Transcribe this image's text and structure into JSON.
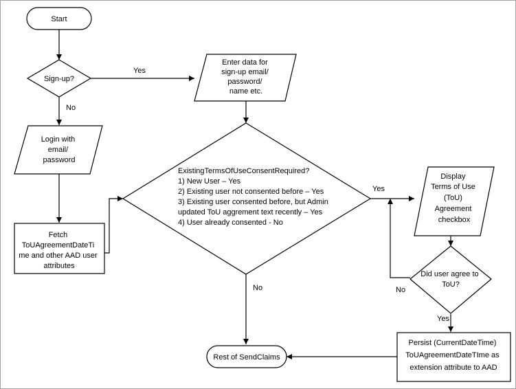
{
  "nodes": {
    "start": "Start",
    "signup_decision": "Sign-up?",
    "enter_data": [
      "Enter data for",
      "sign-up email/",
      "password/",
      "name etc."
    ],
    "login": [
      "Login with",
      "email/",
      "password"
    ],
    "fetch": [
      "Fetch",
      "ToUAgreementDateTi",
      "me and other AAD user",
      "attributes"
    ],
    "consent_decision": [
      "ExistingTermsOfUseConsentRequired?",
      "1) New User – Yes",
      "2) Existing user not consented before – Yes",
      "3) Existing user consented before, but Admin",
      "updated ToU aggrement text recently – Yes",
      "4) User already consented - No"
    ],
    "display_tou": [
      "Display",
      "Terms of Use",
      "(ToU)",
      "Agreement",
      "checkbox"
    ],
    "agree_decision": [
      "Did user agree to",
      "ToU?"
    ],
    "persist": [
      "Persist (CurrentDateTime)",
      "ToUAgreementDateTIme as",
      "extension attribute to AAD"
    ],
    "rest": "Rest of SendClaims"
  },
  "edge_labels": {
    "signup_yes": "Yes",
    "signup_no": "No",
    "consent_yes": "Yes",
    "consent_no": "No",
    "agree_no": "No",
    "agree_yes": "Yes"
  }
}
